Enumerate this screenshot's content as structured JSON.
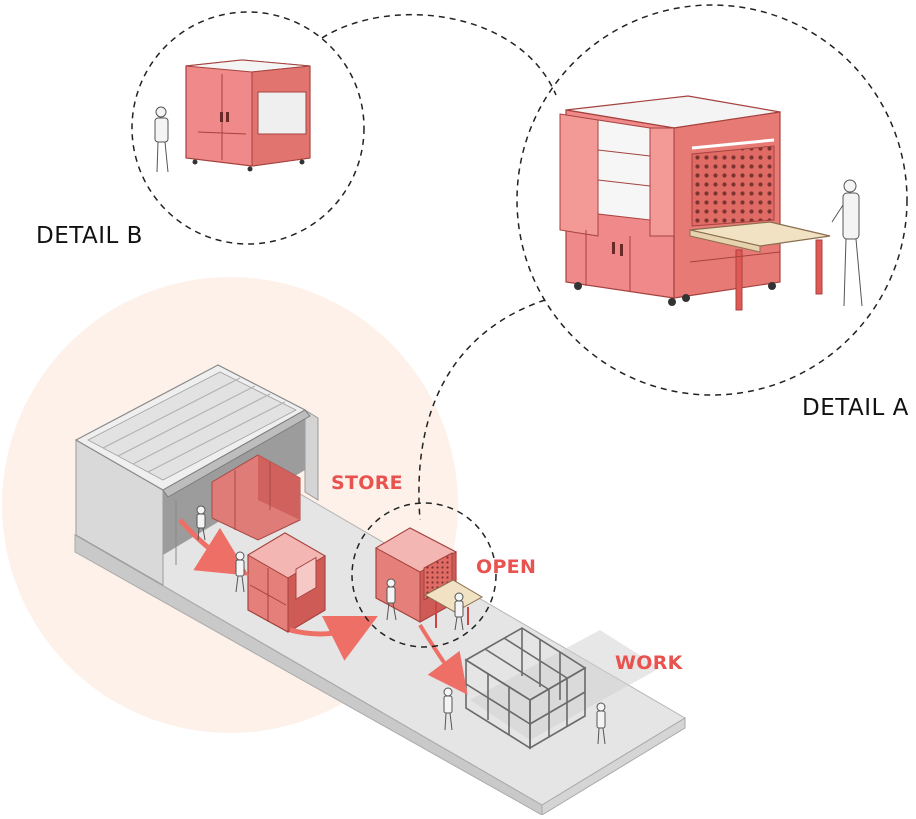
{
  "labels": {
    "detail_b": "DETAIL B",
    "detail_a": "DETAIL A",
    "store": "STORE",
    "open": "OPEN",
    "work": "WORK"
  },
  "colors": {
    "accent": "#e8524f",
    "cabinet_fill": "#f08a8a",
    "cabinet_dark": "#d9534f",
    "halo": "#fdeee6",
    "slab": "#e4e4e4",
    "wood": "#f1e2c4"
  }
}
